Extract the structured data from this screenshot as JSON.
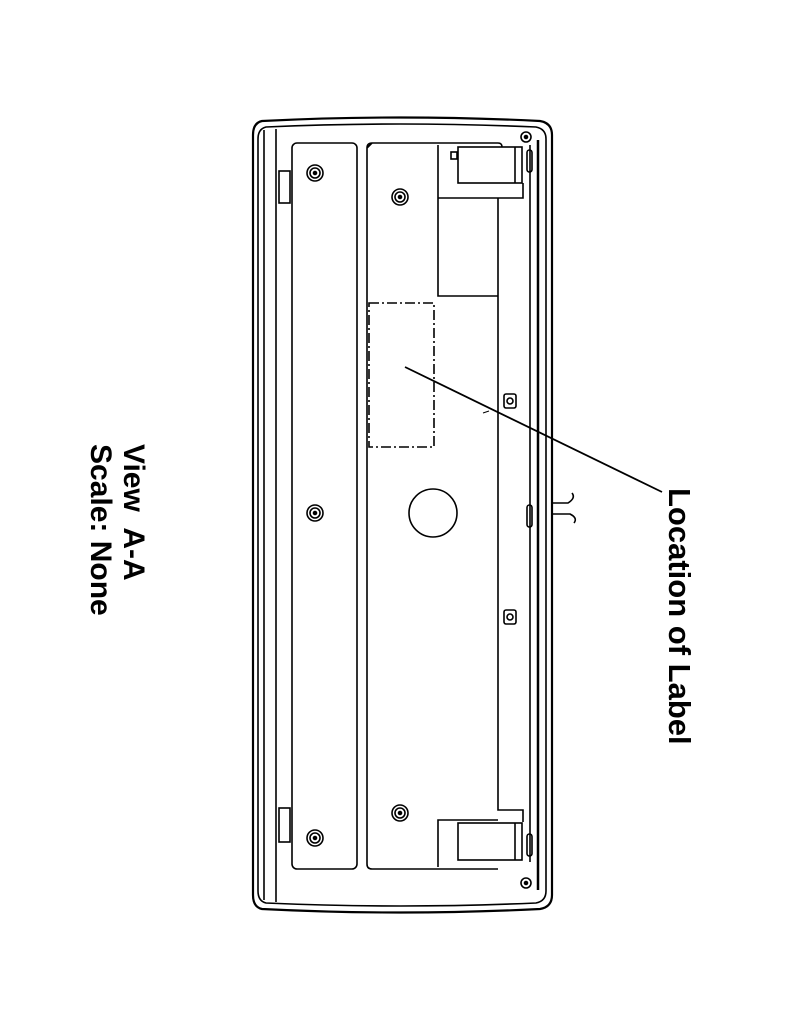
{
  "callout": {
    "label": "Location of Label"
  },
  "view": {
    "title": "View  A-A",
    "scale": "Scale: None"
  },
  "colors": {
    "line": "#000000",
    "background": "#ffffff"
  }
}
